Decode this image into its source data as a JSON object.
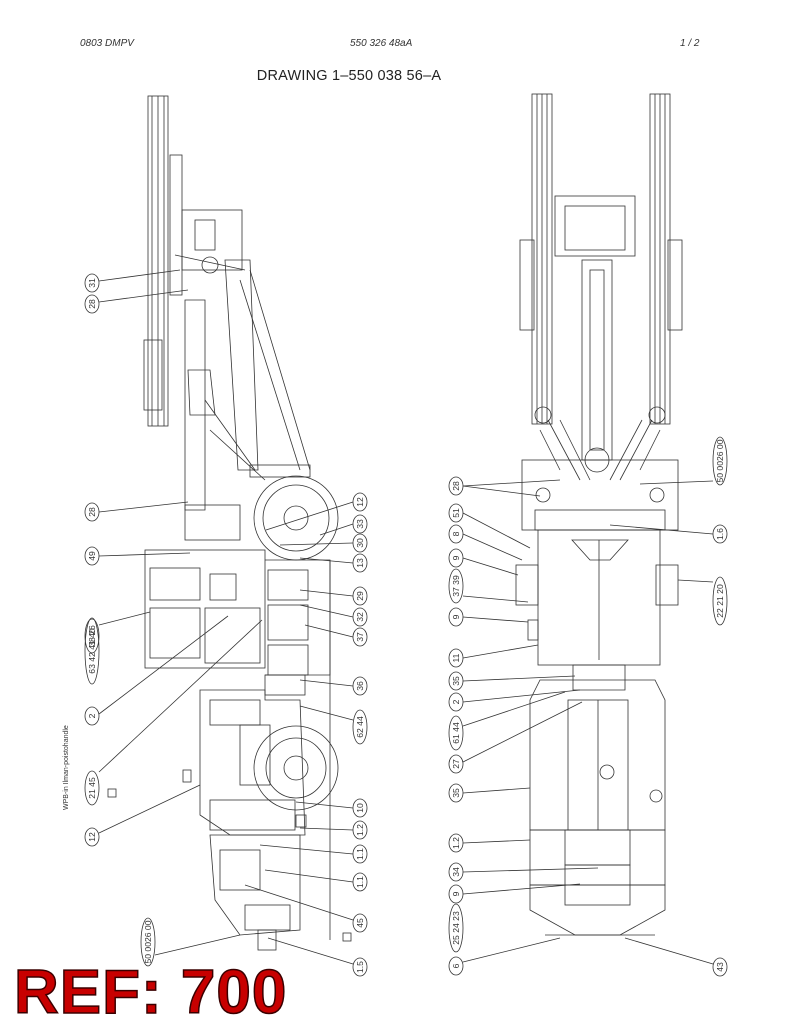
{
  "header": {
    "left": "0803 DMPV",
    "center": "550 326 48aA",
    "right": "1 /   2"
  },
  "title": "DRAWING 1–550 038 56–A",
  "side_note": "WPB-in Ilman-poistohandle",
  "ref_label": "REF: 700",
  "side_view": {
    "callouts": [
      "31",
      "28",
      "28",
      "49",
      "38 26",
      "63 42 41 40",
      "2",
      "21 45",
      "12",
      "12",
      "33",
      "30",
      "13",
      "29",
      "32",
      "37",
      "36",
      "62 44",
      "10",
      "1.2",
      "1.1",
      "1.1",
      "45",
      "50 0026 00",
      "1.5"
    ]
  },
  "top_view": {
    "callouts": [
      "28",
      "51",
      "8",
      "9",
      "37 39",
      "9",
      "11",
      "35",
      "2",
      "61 44",
      "27",
      "35",
      "1.2",
      "34",
      "9",
      "25 24 23",
      "6",
      "50 0026 00",
      "1.6",
      "22 21 20",
      "43"
    ]
  }
}
